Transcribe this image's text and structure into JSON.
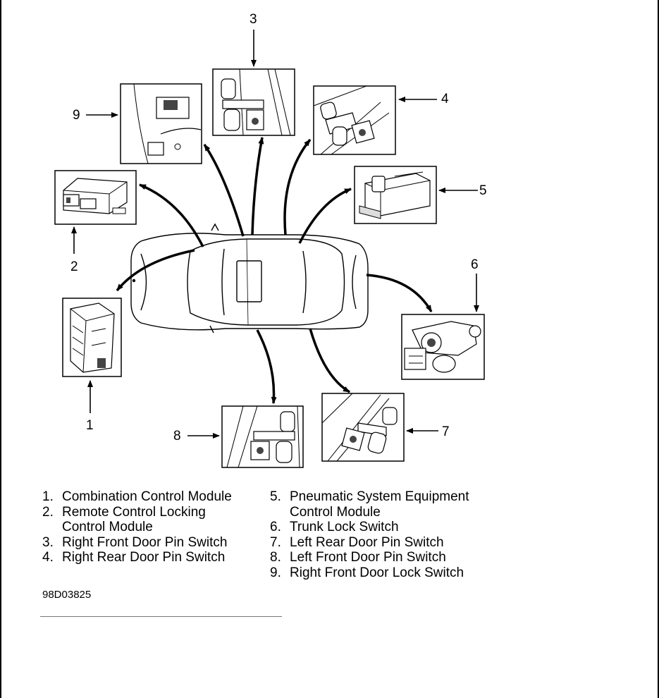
{
  "callouts": [
    "1",
    "2",
    "3",
    "4",
    "5",
    "6",
    "7",
    "8",
    "9"
  ],
  "legend": {
    "left": [
      {
        "num": "1.",
        "text": "Combination Control Module"
      },
      {
        "num": "2.",
        "text": "Remote Control Locking",
        "cont": "Control Module"
      },
      {
        "num": "3.",
        "text": "Right Front Door Pin Switch"
      },
      {
        "num": "4.",
        "text": "Right Rear Door Pin Switch"
      }
    ],
    "right": [
      {
        "num": "5.",
        "text": "Pneumatic System Equipment",
        "cont": "Control Module"
      },
      {
        "num": "6.",
        "text": "Trunk Lock Switch"
      },
      {
        "num": "7.",
        "text": "Left Rear Door Pin Switch"
      },
      {
        "num": "8.",
        "text": "Left Front Door Pin Switch"
      },
      {
        "num": "9.",
        "text": "Right Front Door Lock Switch"
      }
    ]
  },
  "figure_id": "98D03825"
}
